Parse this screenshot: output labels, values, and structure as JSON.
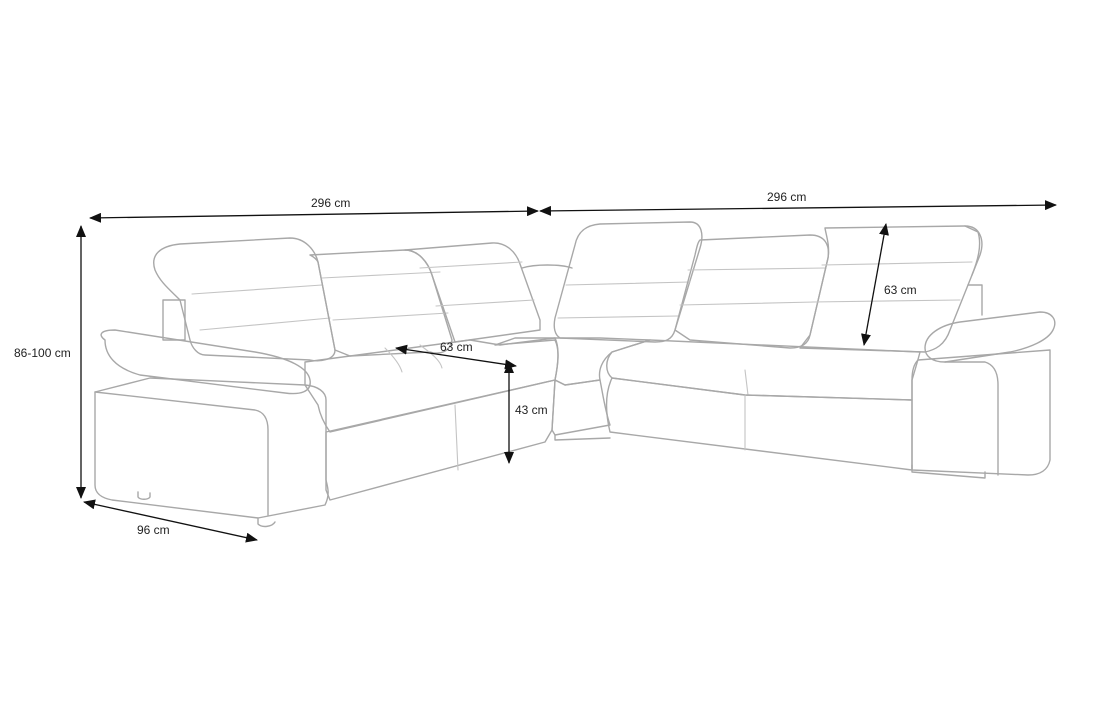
{
  "dimensions": {
    "left_width": "296 cm",
    "right_width": "296 cm",
    "height": "86-100 cm",
    "depth": "96 cm",
    "seat_depth": "63 cm",
    "seat_height": "43 cm",
    "backrest_height": "63 cm"
  },
  "colors": {
    "outline": "#a8a8a8",
    "dimension_lines": "#111111",
    "background": "#ffffff"
  }
}
